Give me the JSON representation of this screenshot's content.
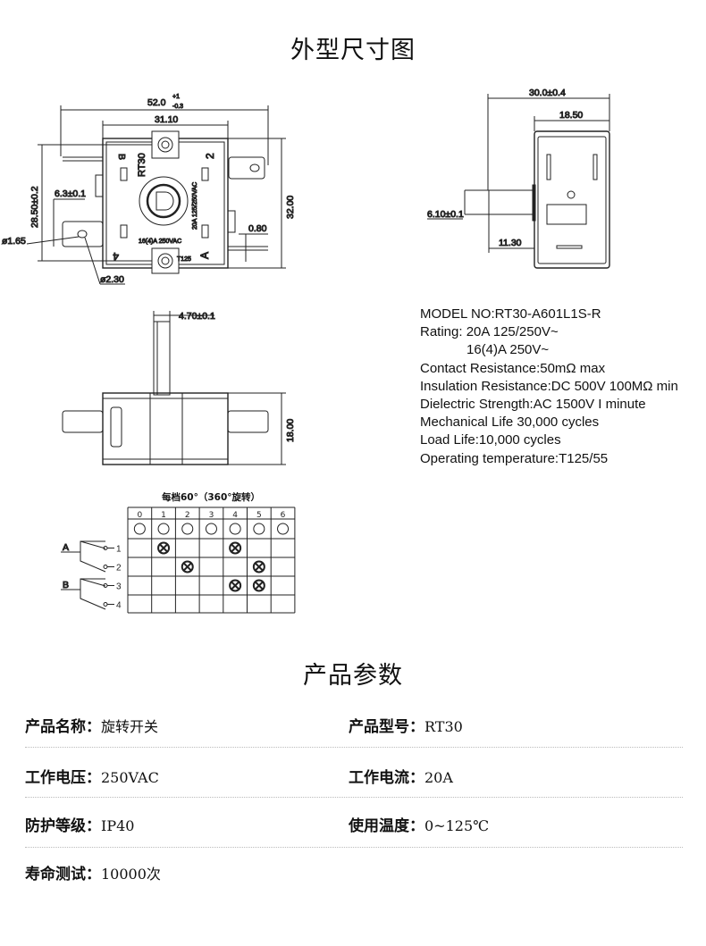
{
  "outline_section": {
    "title": "外型尺寸图"
  },
  "front_view": {
    "dims": {
      "overall_width": "52.0",
      "overall_tol_plus": "+1",
      "overall_tol_minus": "-0.3",
      "body_width": "31.10",
      "height": "32.00",
      "mount_pitch": "28.50±0.2",
      "terminal_width": "6.3±0.1",
      "hole_small": "ø1.65",
      "hole_large": "ø2.30",
      "terminal_thickness": "0.80"
    },
    "markings": {
      "model": "RT30",
      "rating1": "20A 125/250VAC",
      "rating2": "16(4)A  250VAC",
      "temp": "T125",
      "term_b": "B",
      "term_2": "2",
      "term_4": "4",
      "term_a": "A"
    }
  },
  "side_view": {
    "dims": {
      "overall": "30.0±0.4",
      "body": "18.50",
      "shaft_dia": "6.10±0.1",
      "shaft_len": "11.30"
    }
  },
  "bottom_view": {
    "dims": {
      "shaft_flat": "4.70±0.1",
      "depth": "18.00"
    }
  },
  "specs": [
    "MODEL NO:RT30-A601L1S-R",
    "Rating: 20A 125/250V~",
    "16(4)A 250V~",
    "Contact Resistance:50mΩ max",
    "Insulation Resistance:DC 500V 100MΩ min",
    "Dielectric Strength:AC 1500V I minute",
    "Mechanical Life 30,000 cycles",
    "Load Life:10,000 cycles",
    "Operating temperature:T125/55"
  ],
  "switch_table": {
    "title": "每档60°（360°旋转）",
    "positions": [
      "0",
      "1",
      "2",
      "3",
      "4",
      "5",
      "6"
    ],
    "common_labels": [
      "A",
      "B"
    ],
    "terminals": [
      "1",
      "2",
      "3",
      "4"
    ],
    "closed": {
      "1": [
        1,
        4
      ],
      "2": [
        2,
        5
      ],
      "3": [
        4,
        5
      ],
      "4": []
    }
  },
  "params_section": {
    "title": "产品参数"
  },
  "params": [
    {
      "label": "产品名称：",
      "value": "旋转开关"
    },
    {
      "label": "产品型号：",
      "value": "RT30"
    },
    {
      "label": "工作电压：",
      "value": "250VAC"
    },
    {
      "label": "工作电流：",
      "value": "20A"
    },
    {
      "label": "防护等级：",
      "value": "IP40"
    },
    {
      "label": "使用温度：",
      "value": "0~125℃"
    },
    {
      "label": "寿命测试：",
      "value": "10000次"
    }
  ]
}
